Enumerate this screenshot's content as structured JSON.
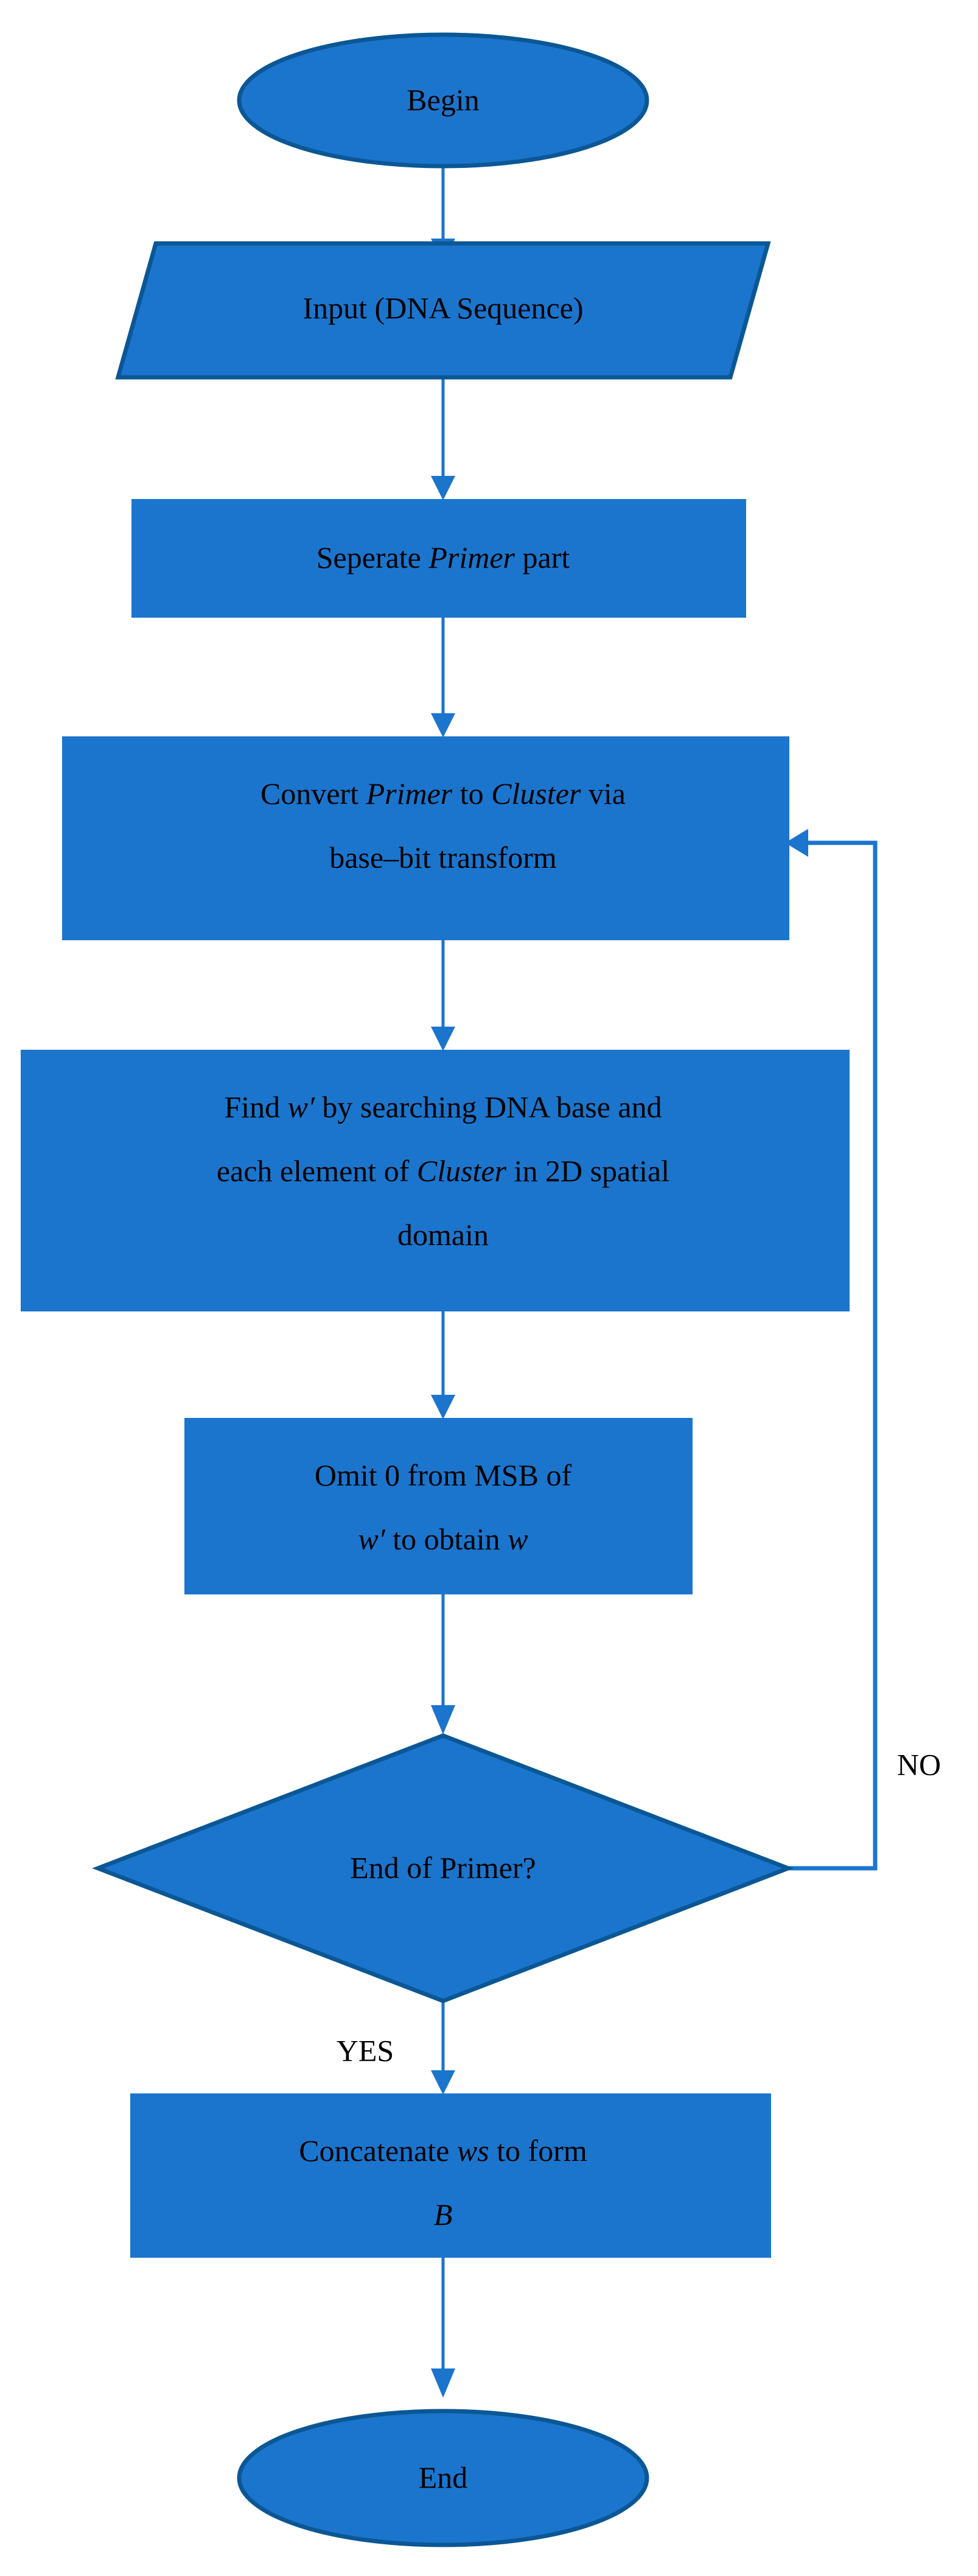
{
  "diagram": {
    "title": "DNA Primer to Binary Flowchart",
    "type": "flowchart",
    "colors": {
      "shape_fill": "#1b75cd",
      "shape_border": "#0b5795",
      "connector": "#1b75cd",
      "text": "#000000",
      "background": "#ffffff"
    },
    "nodes": [
      {
        "id": "begin",
        "shape": "ellipse",
        "label": "Begin",
        "lines": [
          [
            {
              "t": "Begin",
              "style": "normal"
            }
          ]
        ]
      },
      {
        "id": "input",
        "shape": "parallelogram",
        "label": "Input (DNA Sequence)",
        "lines": [
          [
            {
              "t": "Input (DNA Sequence)",
              "style": "normal"
            }
          ]
        ]
      },
      {
        "id": "separate",
        "shape": "rectangle",
        "label": "Seperate Primer part",
        "lines": [
          [
            {
              "t": "Seperate ",
              "style": "normal"
            },
            {
              "t": "Primer",
              "style": "italic"
            },
            {
              "t": " part",
              "style": "normal"
            }
          ]
        ]
      },
      {
        "id": "convert",
        "shape": "rectangle",
        "label": "Convert Primer to Cluster via base–bit transform",
        "lines": [
          [
            {
              "t": "Convert ",
              "style": "normal"
            },
            {
              "t": "Primer",
              "style": "italic"
            },
            {
              "t": " to ",
              "style": "normal"
            },
            {
              "t": "Cluster",
              "style": "italic"
            },
            {
              "t": " via",
              "style": "normal"
            }
          ],
          [
            {
              "t": "base–bit transform",
              "style": "normal"
            }
          ]
        ]
      },
      {
        "id": "find",
        "shape": "rectangle",
        "label": "Find w′ by searching DNA base and each element of Cluster in 2D spatial domain",
        "lines": [
          [
            {
              "t": "Find ",
              "style": "normal"
            },
            {
              "t": "w′",
              "style": "italic"
            },
            {
              "t": " by searching DNA base and",
              "style": "normal"
            }
          ],
          [
            {
              "t": "each element of ",
              "style": "normal"
            },
            {
              "t": "Cluster",
              "style": "italic"
            },
            {
              "t": " in 2D spatial",
              "style": "normal"
            }
          ],
          [
            {
              "t": "domain",
              "style": "normal"
            }
          ]
        ]
      },
      {
        "id": "omit",
        "shape": "rectangle",
        "label": "Omit 0 from MSB of w′ to obtain w",
        "lines": [
          [
            {
              "t": "Omit 0 from MSB of",
              "style": "normal"
            }
          ],
          [
            {
              "t": "w′",
              "style": "italic"
            },
            {
              "t": " to obtain ",
              "style": "normal"
            },
            {
              "t": "w",
              "style": "italic"
            }
          ]
        ]
      },
      {
        "id": "decision",
        "shape": "diamond",
        "label": "End of Primer?",
        "lines": [
          [
            {
              "t": "End of Primer?",
              "style": "normal"
            }
          ]
        ]
      },
      {
        "id": "concat",
        "shape": "rectangle",
        "label": "Concatenate ws to form B",
        "lines": [
          [
            {
              "t": "Concatenate ",
              "style": "normal"
            },
            {
              "t": "ws",
              "style": "italic"
            },
            {
              "t": " to form",
              "style": "normal"
            }
          ],
          [
            {
              "t": "B",
              "style": "italic"
            }
          ]
        ]
      },
      {
        "id": "end",
        "shape": "ellipse",
        "label": "End",
        "lines": [
          [
            {
              "t": "End",
              "style": "normal"
            }
          ]
        ]
      }
    ],
    "edges": [
      {
        "id": "e-begin-input",
        "from": "begin",
        "to": "input",
        "label": ""
      },
      {
        "id": "e-input-separate",
        "from": "input",
        "to": "separate",
        "label": ""
      },
      {
        "id": "e-separate-convert",
        "from": "separate",
        "to": "convert",
        "label": ""
      },
      {
        "id": "e-convert-find",
        "from": "convert",
        "to": "find",
        "label": ""
      },
      {
        "id": "e-find-omit",
        "from": "find",
        "to": "omit",
        "label": ""
      },
      {
        "id": "e-omit-decision",
        "from": "omit",
        "to": "decision",
        "label": ""
      },
      {
        "id": "e-decision-convert",
        "from": "decision",
        "to": "convert",
        "label": "NO"
      },
      {
        "id": "e-decision-concat",
        "from": "decision",
        "to": "concat",
        "label": "YES"
      },
      {
        "id": "e-concat-end",
        "from": "concat",
        "to": "end",
        "label": ""
      }
    ],
    "edge_labels": {
      "no": "NO",
      "yes": "YES"
    }
  }
}
